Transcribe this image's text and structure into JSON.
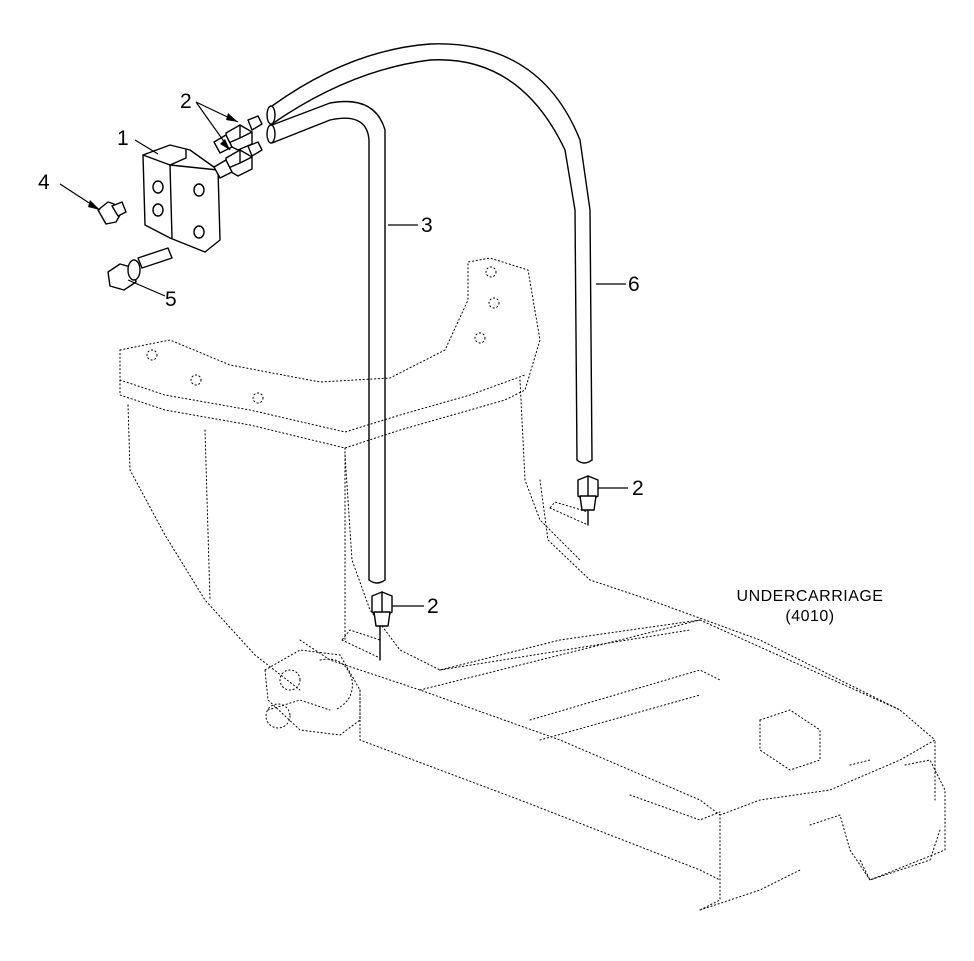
{
  "callouts": [
    {
      "id": "1",
      "text": "1"
    },
    {
      "id": "2",
      "text": "2"
    },
    {
      "id": "3",
      "text": "3"
    },
    {
      "id": "4",
      "text": "4"
    },
    {
      "id": "5",
      "text": "5"
    },
    {
      "id": "6",
      "text": "6"
    }
  ],
  "note": {
    "line1": "UNDERCARRIAGE",
    "line2": "(4010)"
  },
  "colors": {
    "line": "#000000",
    "background": "#ffffff"
  }
}
